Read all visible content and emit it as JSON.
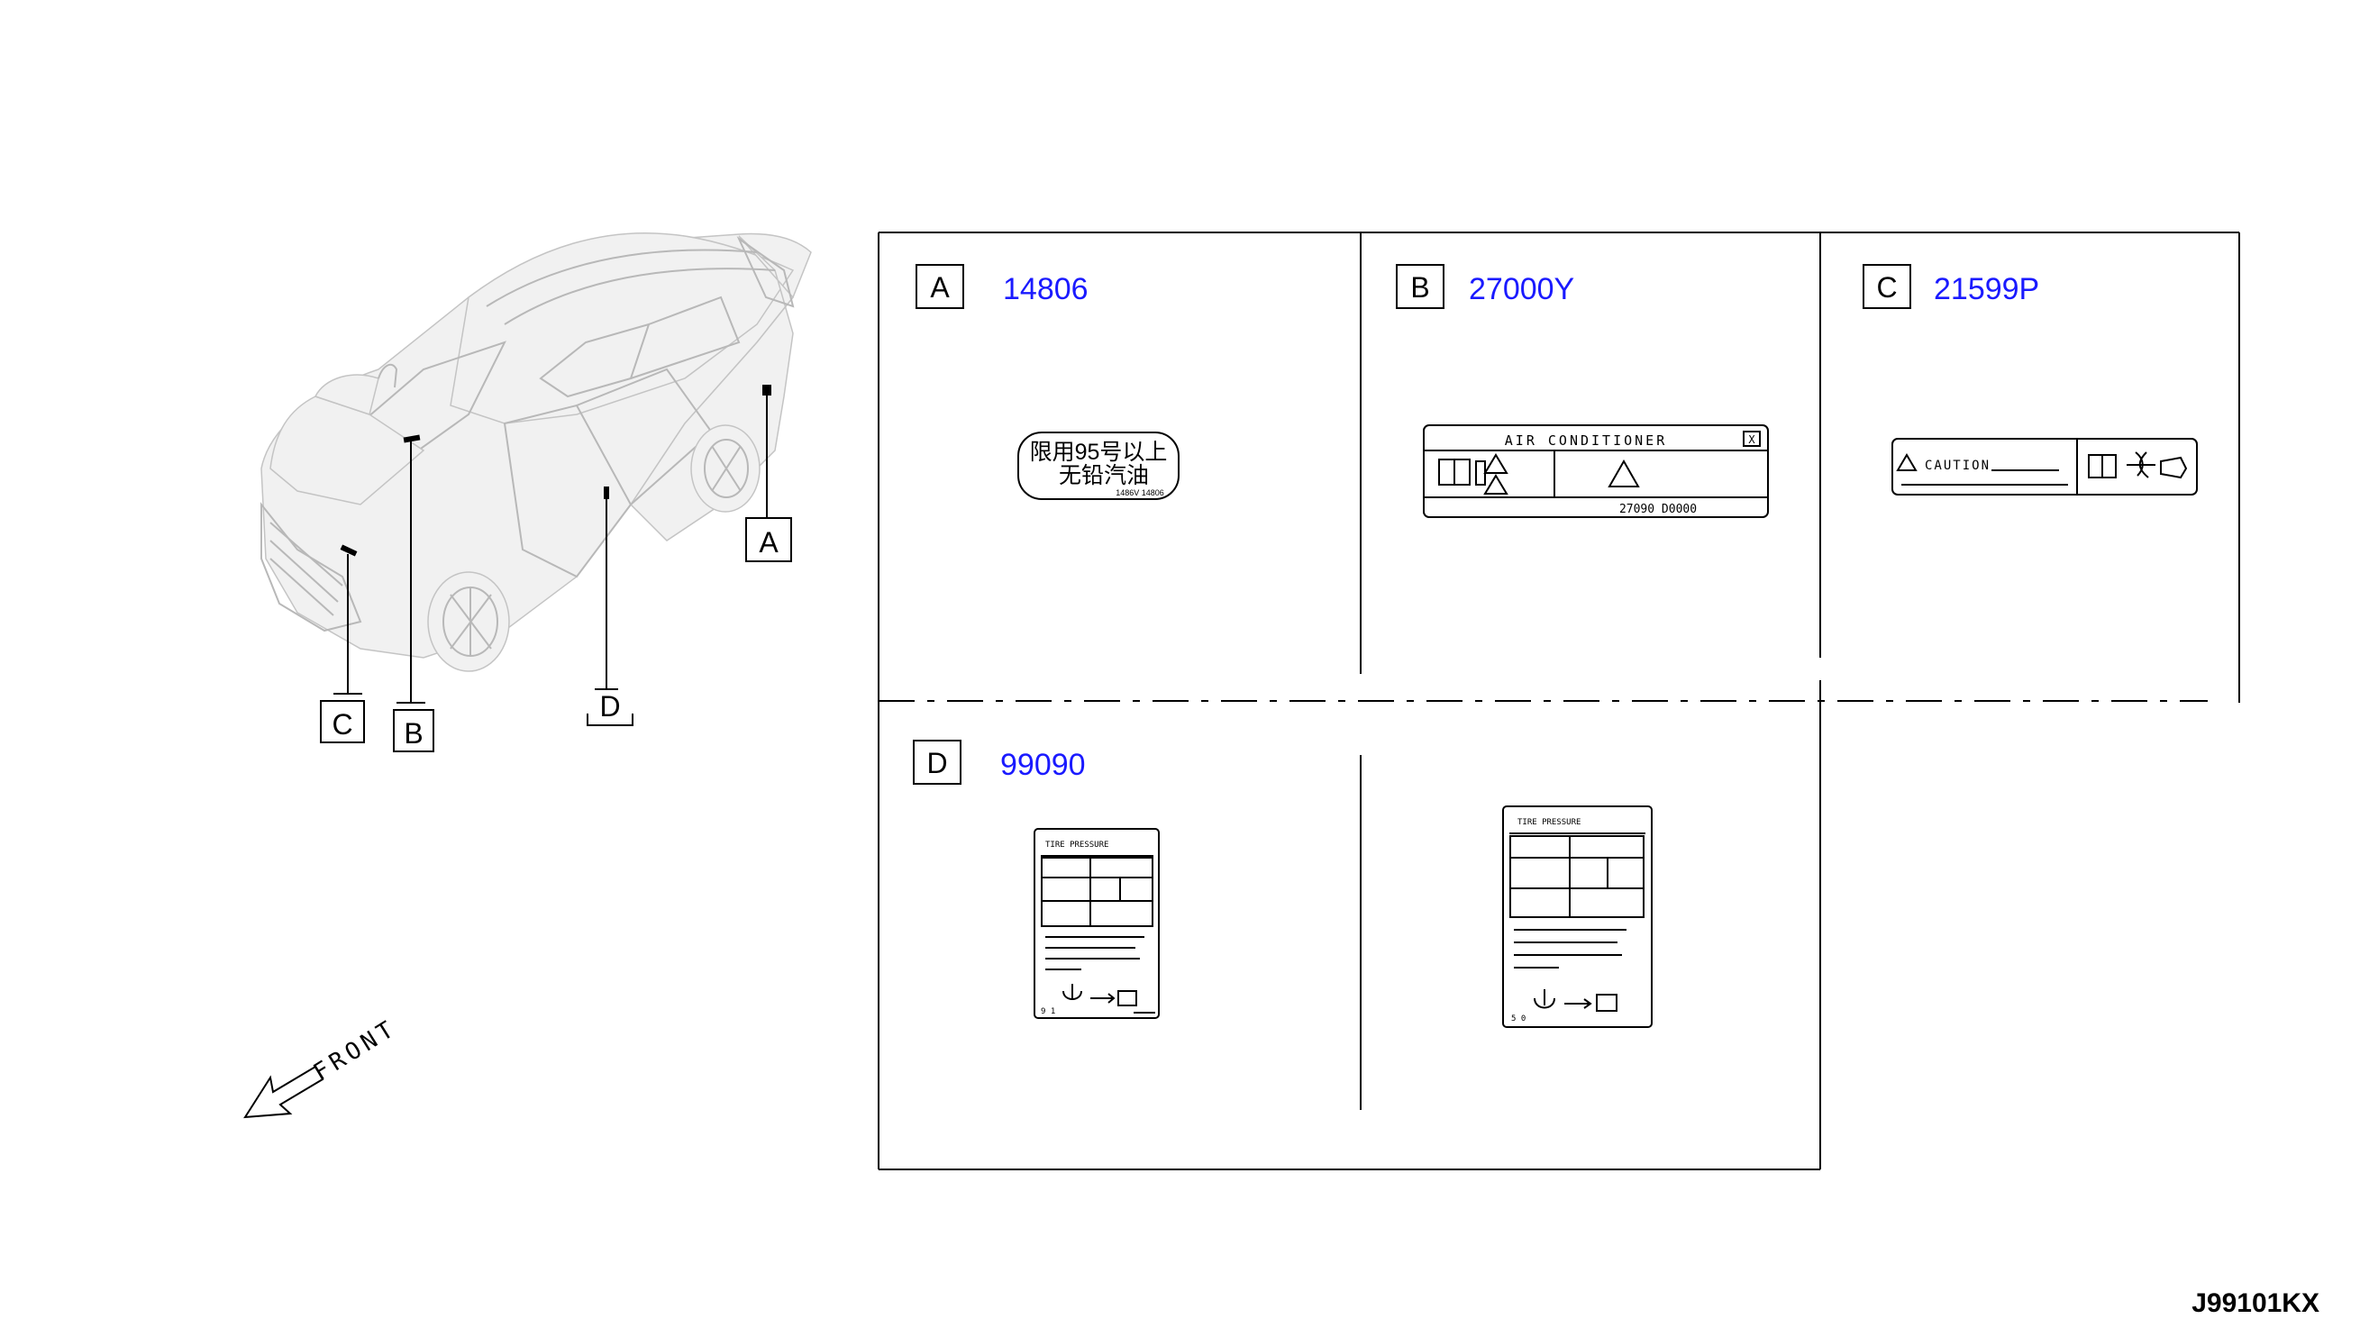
{
  "callouts": [
    {
      "letter": "A"
    },
    {
      "letter": "B"
    },
    {
      "letter": "C"
    },
    {
      "letter": "D"
    }
  ],
  "front_label": "FRONT",
  "panels": [
    {
      "letter": "A",
      "part_number": "14806",
      "label_lines": [
        "限用95号以上",
        "无铅汽油"
      ],
      "label_small": "1486V 14806"
    },
    {
      "letter": "B",
      "part_number": "27000Y",
      "label_title": "AIR CONDITIONER",
      "label_box": "X",
      "label_code": "27090  D0000"
    },
    {
      "letter": "C",
      "part_number": "21599P",
      "label_title": "CAUTION"
    },
    {
      "letter": "D",
      "part_number": "99090",
      "tire_title_1": "TIRE PRESSURE",
      "tire_title_2": "TIRE PRESSURE",
      "tire_foot_1": "9 1",
      "tire_foot_2": "5 0"
    }
  ],
  "diagram_code": "J99101KX"
}
